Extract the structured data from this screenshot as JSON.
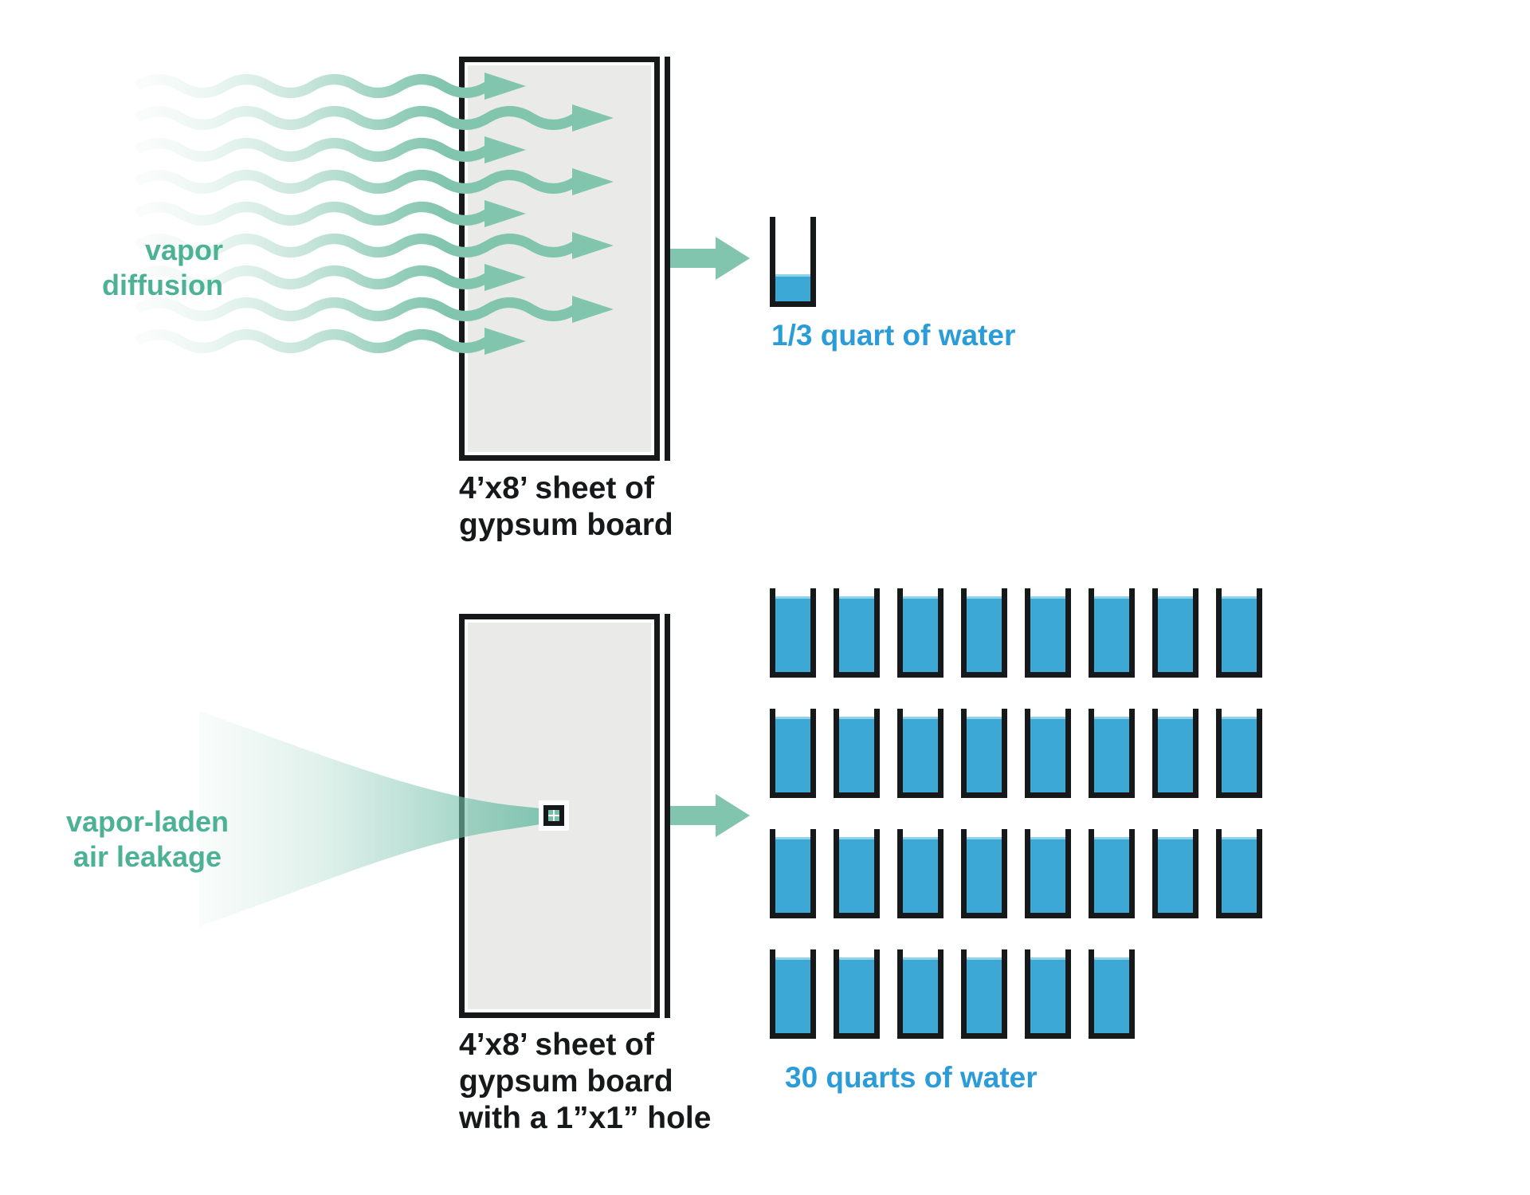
{
  "colors": {
    "teal_arrow": "#82C5AF",
    "teal_funnel": "#74C0A9",
    "teal_text": "#4DB295",
    "water_blue": "#3CA8D5",
    "water_surface": "#8FD2EA",
    "label_blue": "#2B9CD8",
    "board_gray": "#EAEBE9",
    "ink_black": "#17181a"
  },
  "top_section": {
    "flow_label": {
      "line1": "vapor",
      "line2": "diffusion"
    },
    "wave_arrow_count": 9,
    "board_label": {
      "line1": "4’x8’ sheet of",
      "line2": "gypsum board"
    },
    "result_label": "1/3 quart of water",
    "cup_count": 1,
    "cup_fill": "1/3"
  },
  "bottom_section": {
    "flow_label": {
      "line1": "vapor-laden",
      "line2": "air leakage"
    },
    "board_label": {
      "line1": "4’x8’ sheet of",
      "line2": "gypsum board",
      "line3": "with a 1”x1” hole"
    },
    "result_label": "30 quarts of water",
    "cup_rows": [
      8,
      8,
      8,
      6
    ],
    "cup_count": 30,
    "cup_fill": "full"
  }
}
